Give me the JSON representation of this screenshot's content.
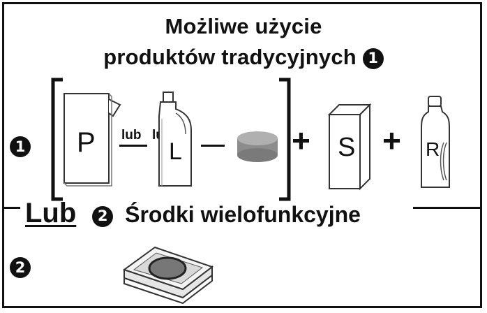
{
  "title": {
    "line1": "Możliwe użycie",
    "line2": "produktów tradycyjnych",
    "line2_marker": "1"
  },
  "section1": {
    "marker": "1",
    "items": [
      {
        "label": "P",
        "icon": "detergent-box-icon"
      },
      {
        "label": "L",
        "icon": "detergent-bottle-icon"
      },
      {
        "icon": "detergent-tablet-icon"
      },
      {
        "label": "S",
        "icon": "salt-box-icon"
      },
      {
        "label": "R",
        "icon": "rinse-aid-bottle-icon"
      }
    ],
    "connector1": "lub",
    "connector2": "lub",
    "plus": "+"
  },
  "section2": {
    "lub": "Lub",
    "marker": "2",
    "label": "Środki wielofunkcyjne",
    "row_marker": "2",
    "icon": "multifunction-tablet-icon"
  }
}
